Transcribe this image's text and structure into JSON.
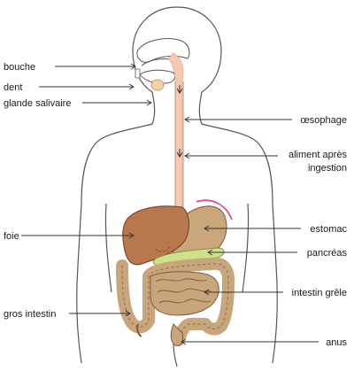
{
  "labels": {
    "bouche": "bouche",
    "dent": "dent",
    "glande_salivaire": "glande salivaire",
    "oesophage": "œsophage",
    "aliment_line1": "aliment après",
    "aliment_line2": "ingestion",
    "foie": "foie",
    "estomac": "estomac",
    "pancreas": "pancréas",
    "intestin_grele": "intestin grêle",
    "gros_intestin": "gros intestin",
    "anus": "anus"
  },
  "colors": {
    "outline": "#555555",
    "bolus": "#f6c9b5",
    "bolus_edge": "#e8a98d",
    "liver": "#b9774e",
    "liver_dark": "#8c5430",
    "stomach": "#c9a77a",
    "pancreas": "#cfe08a",
    "intestine": "#c9a57b",
    "intestine_line": "#7b5a3a",
    "stomach_rim": "#e0508a",
    "gland": "#f2d3a8"
  }
}
